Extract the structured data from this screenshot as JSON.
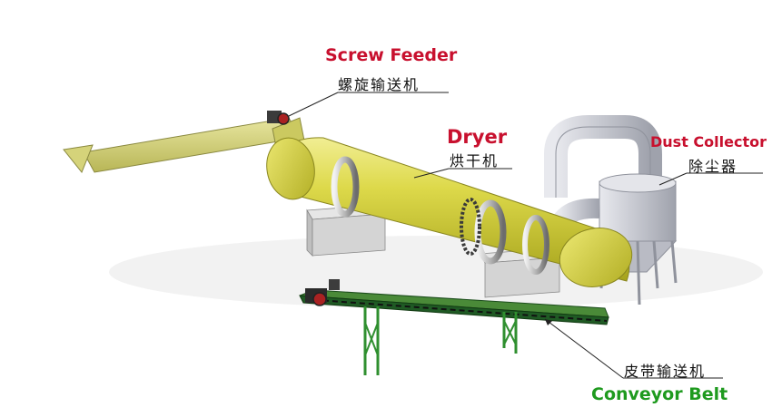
{
  "colors": {
    "label_red": "#c8102e",
    "label_green": "#1e9a1e",
    "dryer_yellow": "#d9d640",
    "frame_green": "#2f8f2f",
    "duct_gray": "#c9cbd3"
  },
  "labels": {
    "screw_feeder_en": "Screw Feeder",
    "screw_feeder_cn": "螺旋输送机",
    "dryer_en": "Dryer",
    "dryer_cn": "烘干机",
    "dust_collector_en": "Dust Collector",
    "dust_collector_cn": "除尘器",
    "conveyor_belt_cn": "皮带输送机",
    "conveyor_belt_en": "Conveyor Belt"
  }
}
